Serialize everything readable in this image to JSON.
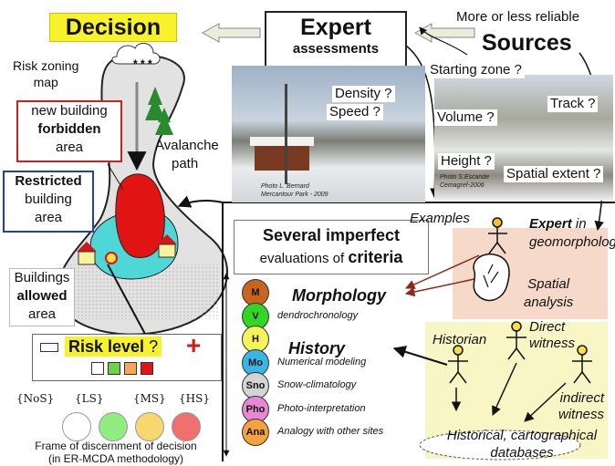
{
  "decision": {
    "title": "Decision",
    "risk_zoning_map": [
      "Risk zoning",
      "map"
    ],
    "forbidden": [
      "new building",
      "forbidden",
      "area"
    ],
    "restricted": [
      "Restricted",
      "building",
      "area"
    ],
    "allowed": [
      "Buildings",
      "allowed",
      "area"
    ],
    "avalanche_path": [
      "Avalanche",
      "path"
    ],
    "colors": {
      "forbidden_border": "#d02020",
      "restricted_border": "#1f3fbf",
      "red_zone": "#e11414",
      "cyan_zone": "#4fd6d6",
      "title_bg": "#f7f22a"
    }
  },
  "expert": {
    "title": "Expert",
    "subtitle": "assessments"
  },
  "sources": {
    "subtitle": "More or less reliable",
    "title": "Sources"
  },
  "photo_left": {
    "q1": "Density ?",
    "q2": "Speed ?",
    "credit": [
      "Photo L. Bernard",
      "Mercantour Park - 2009"
    ]
  },
  "photo_right": {
    "q1": "Starting zone ?",
    "q2": "Volume ?",
    "q3": "Track ?",
    "q4": "Height ?",
    "q5": "Spatial extent ?",
    "credit": [
      "Photo S.Escande",
      "Cemagref-2006"
    ]
  },
  "evaluations": {
    "line1": "Several imperfect",
    "line2_pre": "evaluations of ",
    "line2_bold": "criteria"
  },
  "examples": "Examples",
  "expert_geo": {
    "bold": "Expert",
    "rest": " in",
    "line2": "geomorphology"
  },
  "spatial": [
    "Spatial",
    "analysis"
  ],
  "morphology": "Morphology",
  "history": "History",
  "criteria": [
    {
      "code": "M",
      "label": "",
      "color": "#c8641e"
    },
    {
      "code": "V",
      "label": "dendrochronology",
      "color": "#33d624"
    },
    {
      "code": "H",
      "label": "",
      "color": "#f6f25a"
    },
    {
      "code": "Mo",
      "label": "Numerical modeling",
      "color": "#38b6e6"
    },
    {
      "code": "Sno",
      "label": "Snow-climatology",
      "color": "#d4d4d4"
    },
    {
      "code": "Pho",
      "label": "Photo-interpretation",
      "color": "#e888d4"
    },
    {
      "code": "Ana",
      "label": "Analogy with other sites",
      "color": "#f4a23a"
    }
  ],
  "witnesses": {
    "historian": "Historian",
    "direct": [
      "Direct",
      "witness"
    ],
    "indirect": [
      "indirect",
      "witness"
    ]
  },
  "databases": [
    "Historical, cartographical",
    "databases"
  ],
  "risk": {
    "label": "Risk level",
    "q": " ?",
    "square_colors": [
      "#ffffff",
      "#6cd24a",
      "#f4a65a",
      "#e41414"
    ],
    "frame_labels": [
      "{NoS}",
      "{LS}",
      "{MS}",
      "{HS}"
    ],
    "dot_colors": [
      "#ffffff",
      "#90ee80",
      "#f7d870",
      "#f07070"
    ],
    "caption": [
      "Frame of discernment of decision",
      "(in ER-MCDA methodology)"
    ]
  }
}
